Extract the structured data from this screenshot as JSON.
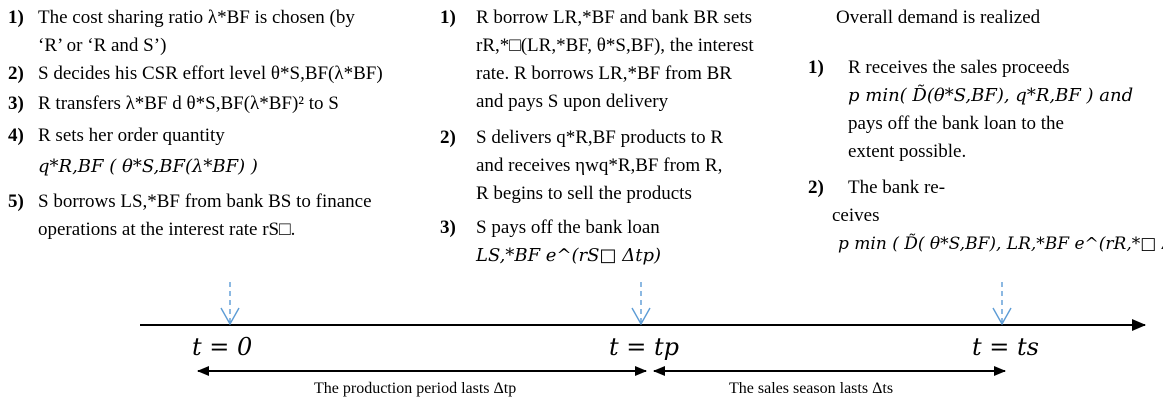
{
  "column1": {
    "items": [
      {
        "num": "1)",
        "lines": [
          "The cost sharing ratio λ*BF is chosen (by",
          "‘R’ or ‘R and S’)"
        ]
      },
      {
        "num": "2)",
        "lines": [
          "S decides his CSR effort level θ*S,BF(λ*BF)"
        ]
      },
      {
        "num": "3)",
        "lines": [
          "R transfers λ*BF d θ*S,BF(λ*BF)² to S"
        ]
      },
      {
        "num": "4)",
        "lines": [
          "R sets her order quantity",
          "q*R,BF ( θ*S,BF(λ*BF) )"
        ]
      },
      {
        "num": "5)",
        "lines": [
          "S borrows LS,*BF from bank BS to finance",
          "operations at the interest rate rS□."
        ]
      }
    ]
  },
  "column2": {
    "items": [
      {
        "num": "1)",
        "lines": [
          "R borrow LR,*BF and bank BR sets",
          "rR,*□(LR,*BF, θ*S,BF), the interest",
          "rate. R borrows LR,*BF from BR",
          "and pays S upon delivery"
        ]
      },
      {
        "num": "2)",
        "lines": [
          "S delivers q*R,BF products to R",
          "and receives ηwq*R,BF from R,",
          "R begins to sell the products"
        ]
      },
      {
        "num": "3)",
        "lines": [
          "S pays off the bank loan",
          "LS,*BF e^(rS□ Δtp)"
        ]
      }
    ]
  },
  "column3": {
    "heading": "Overall demand is realized",
    "items": [
      {
        "num": "1)",
        "lines": [
          "R receives the sales proceeds",
          "p min( D̃(θ*S,BF), q*R,BF )  and",
          "pays off the bank loan to the",
          "extent possible."
        ]
      },
      {
        "num": "2)",
        "lines": [
          "The bank re-",
          "ceives",
          "p min ( D̃( θ*S,BF), LR,*BF e^(rR,*□ Δts) )"
        ]
      }
    ]
  },
  "timeline": {
    "t0": "t = 0",
    "tp": "t = tp",
    "ts": "t = ts",
    "production_label": "The production period lasts Δtp",
    "sales_label": "The sales season lasts Δts"
  },
  "colors": {
    "dashed_arrow": "#5b9bd5",
    "line": "#000000"
  }
}
